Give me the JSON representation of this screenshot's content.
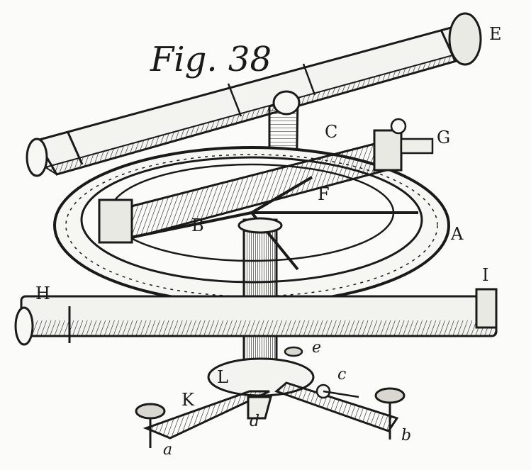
{
  "figure": {
    "caption": "Fig. 38"
  },
  "labels": {
    "A": "A",
    "B": "B",
    "C": "C",
    "E": "E",
    "F": "F",
    "G": "G",
    "H": "H",
    "I": "I",
    "K": "K",
    "L": "L",
    "a": "a",
    "b": "b",
    "c": "c",
    "d": "d",
    "e": "e"
  },
  "colors": {
    "ink": "#1a1a1a",
    "paper": "#fbfbf9"
  }
}
